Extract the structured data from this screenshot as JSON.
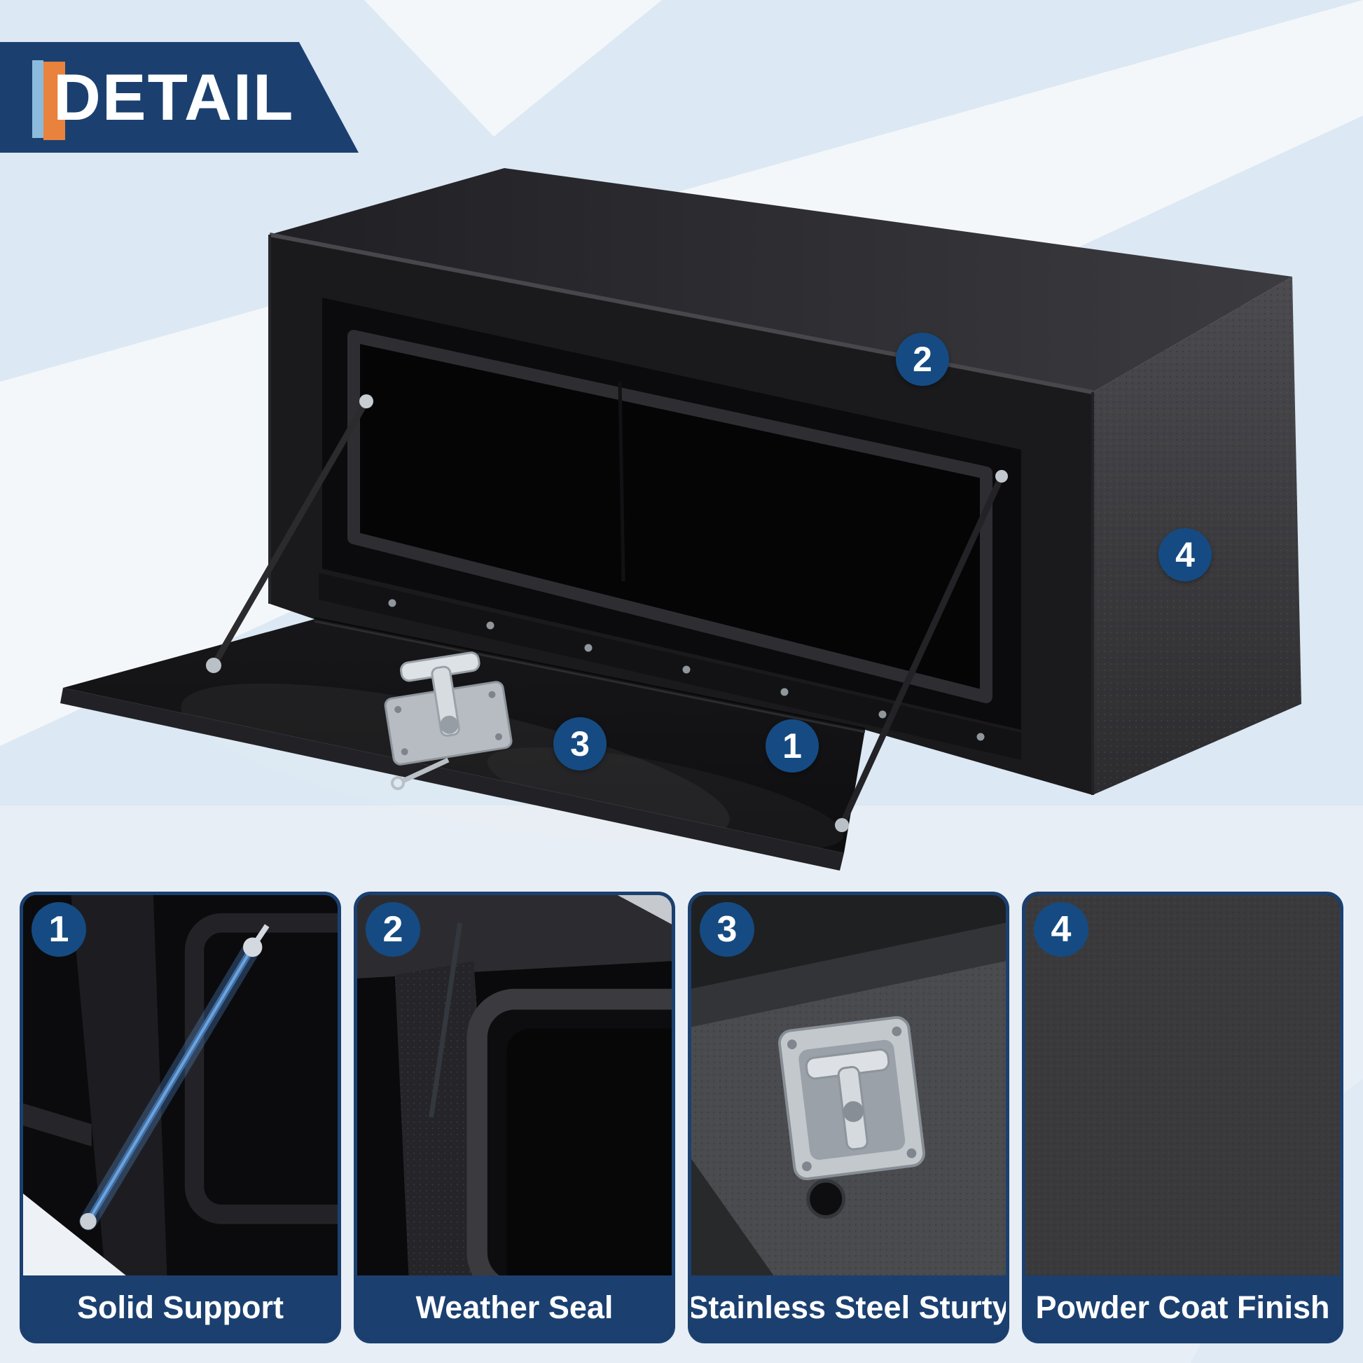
{
  "banner": {
    "title": "DETAIL"
  },
  "colors": {
    "navy": "#1b4070",
    "badge_blue": "#154b82",
    "accent_orange": "#e8823c",
    "accent_light_blue": "#8cbadd",
    "background_light_blue": "#dce8f3",
    "background_white_sweep": "#f4f7fa",
    "caption_text": "#ffffff"
  },
  "product": {
    "description": "black steel underbody truck tool box with open drop-down door, gas struts and stainless T-handle latch"
  },
  "features": [
    {
      "number": "1",
      "caption": "Solid Support"
    },
    {
      "number": "2",
      "caption": "Weather Seal"
    },
    {
      "number": "3",
      "caption": "Stainless Steel Sturty"
    },
    {
      "number": "4",
      "caption": "Powder Coat Finish"
    }
  ]
}
